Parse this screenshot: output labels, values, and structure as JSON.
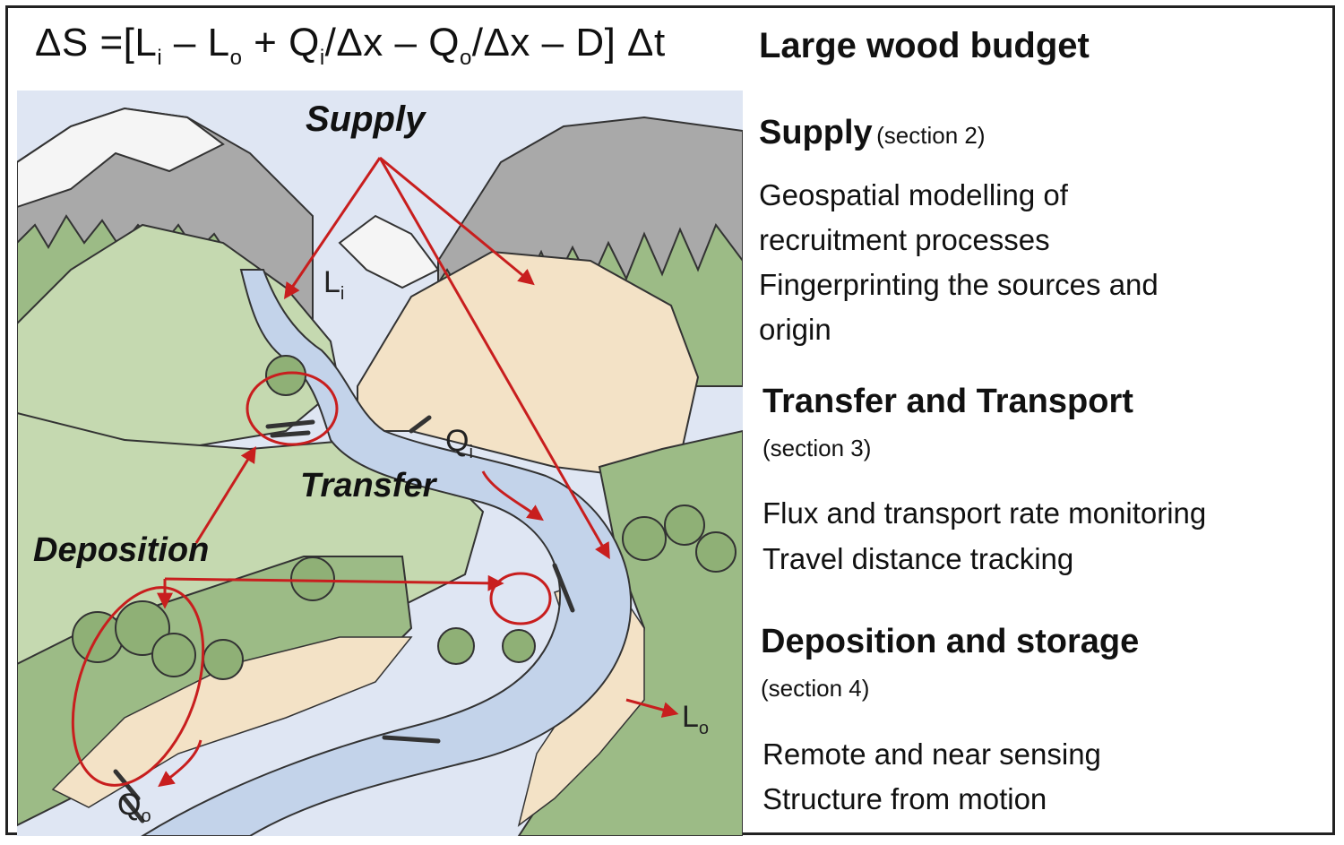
{
  "equation": {
    "delta_s": "ΔS =[L",
    "sub_i1": "i",
    "minus_l": " – L",
    "sub_o1": "o",
    "plus_q": " + Q",
    "sub_i2": "i",
    "over_dx1": "/Δx – Q",
    "sub_o2": "o",
    "over_dx2": "/Δx – D] Δt"
  },
  "illustration": {
    "labels": {
      "supply": "Supply",
      "transfer": "Transfer",
      "deposition": "Deposition"
    },
    "symbols": {
      "li_main": "L",
      "li_sub": "i",
      "qi_main": "Q",
      "qi_sub": "i",
      "lo_main": "L",
      "lo_sub": "o",
      "qo_main": "Q",
      "qo_sub": "o"
    },
    "colors": {
      "river": "#c3d3ea",
      "forest": "#9cbb86",
      "meadow": "#c5d9b0",
      "mountain": "#a9a9a9",
      "sand": "#f3e2c6",
      "arrow": "#c81e1e"
    }
  },
  "panel": {
    "title": "Large wood budget",
    "supply": {
      "heading": "Supply",
      "section": "(section 2)",
      "lines": [
        "Geospatial modelling of",
        "recruitment processes",
        "Fingerprinting the sources and",
        "origin"
      ]
    },
    "transfer": {
      "heading": "Transfer and Transport",
      "section": "(section 3)",
      "lines": [
        "Flux and transport rate monitoring",
        "Travel distance tracking"
      ]
    },
    "deposition": {
      "heading": "Deposition and storage",
      "section": "(section 4)",
      "lines": [
        "Remote and near sensing",
        "Structure from motion"
      ]
    }
  }
}
